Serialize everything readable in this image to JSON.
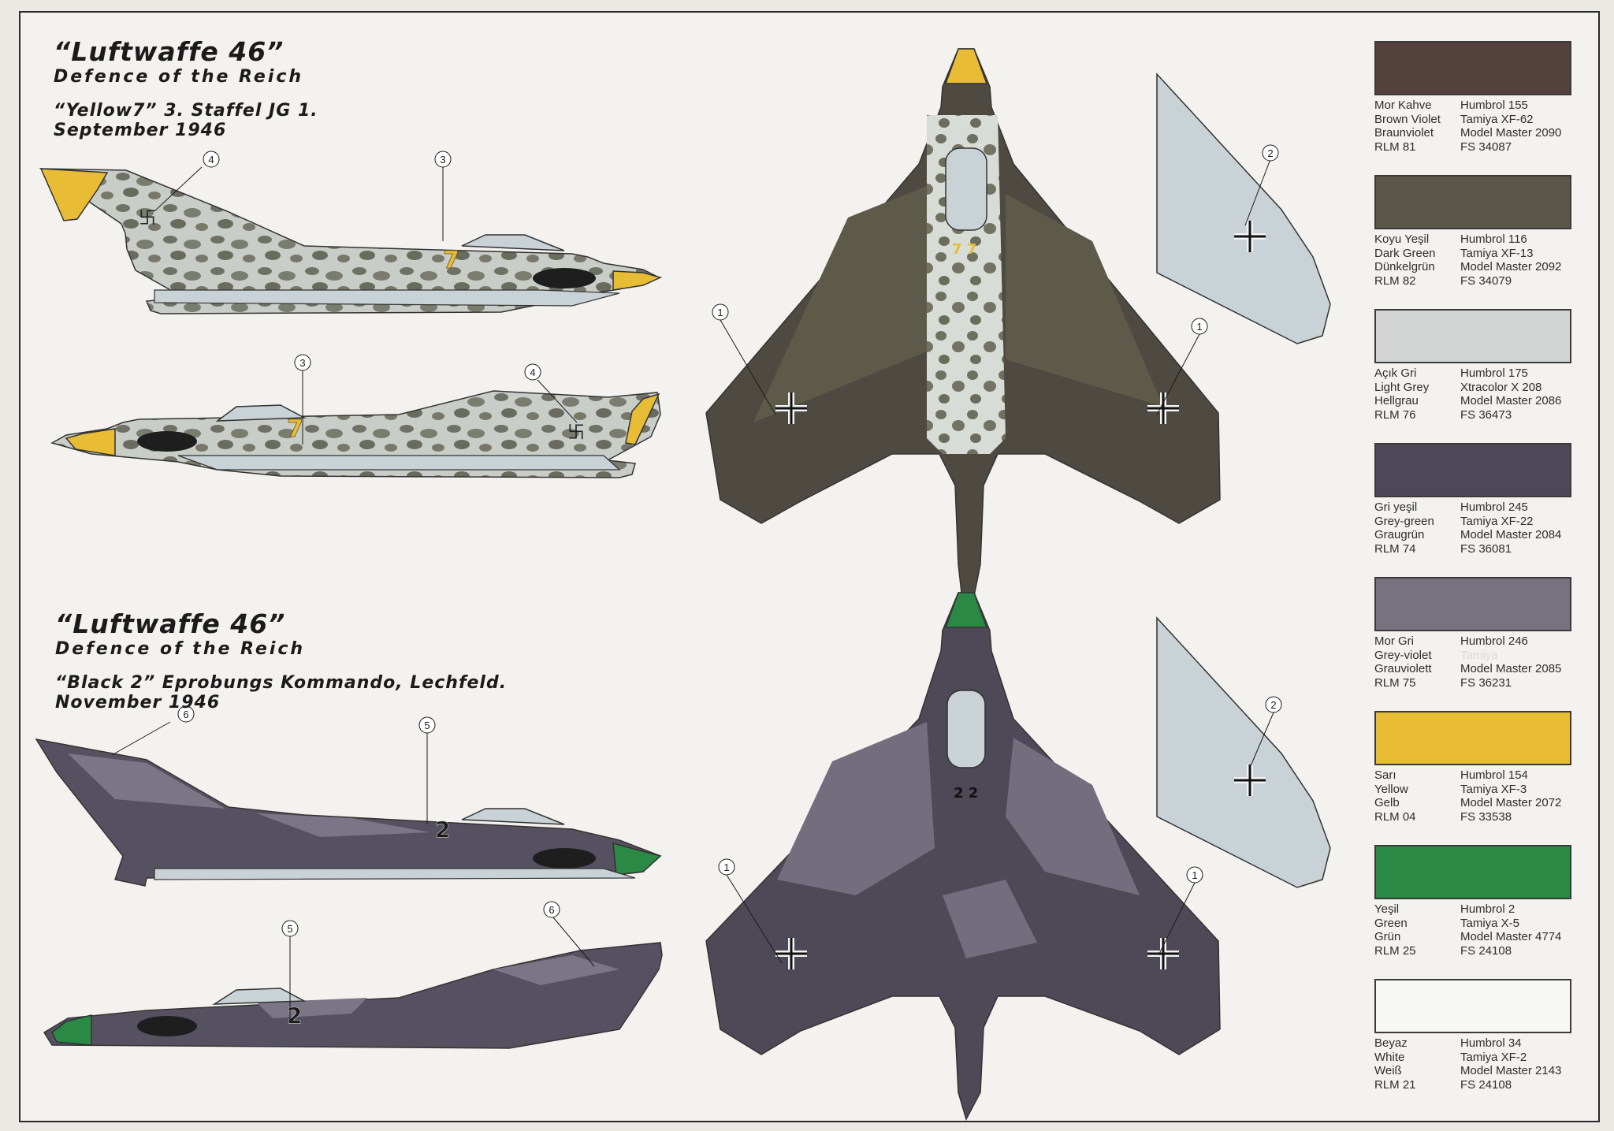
{
  "profiles": [
    {
      "title": "“Luftwaffe 46”",
      "subtitle": "Defence of the Reich",
      "unit": "“Yellow7” 3. Staffel JG 1.",
      "date": "September 1946",
      "side_code": "7",
      "top_code": "7 7"
    },
    {
      "title": "“Luftwaffe 46”",
      "subtitle": "Defence of the Reich",
      "unit": "“Black 2” Eprobungs Kommando, Lechfeld.",
      "date": "November 1946",
      "side_code": "2",
      "top_code": "2 2"
    }
  ],
  "callouts": [
    "1",
    "2",
    "3",
    "4",
    "5",
    "6"
  ],
  "colors": [
    {
      "hex": "#54403d",
      "names": [
        "Mor Kahve",
        "Brown Violet",
        "Braunviolet",
        "RLM 81"
      ],
      "refs": [
        "Humbrol 155",
        "Tamiya XF-62",
        "Model Master 2090",
        "FS 34087"
      ]
    },
    {
      "hex": "#5b5748",
      "names": [
        "Koyu Yeşil",
        "Dark Green",
        "Dünkelgrün",
        "RLM 82"
      ],
      "refs": [
        "Humbrol 116",
        "Tamiya XF-13",
        "Model Master 2092",
        "FS 34079"
      ]
    },
    {
      "hex": "#d2d5d4",
      "names": [
        "Açık Gri",
        "Light Grey",
        "Hellgrau",
        "RLM 76"
      ],
      "refs": [
        "Humbrol 175",
        "Xtracolor X 208",
        "Model Master 2086",
        "FS 36473"
      ]
    },
    {
      "hex": "#4c4857",
      "names": [
        "Gri yeşil",
        "Grey-green",
        "Graugrün",
        "RLM 74"
      ],
      "refs": [
        "Humbrol 245",
        "Tamiya XF-22",
        "Model Master 2084",
        "FS 36081"
      ]
    },
    {
      "hex": "#76727f",
      "names": [
        "Mor Gri",
        "Grey-violet",
        "Grauviolett",
        "RLM 75"
      ],
      "refs": [
        "Humbrol 246",
        "Tamiya",
        "Model Master 2085",
        "FS 36231"
      ]
    },
    {
      "hex": "#e8bc35",
      "names": [
        "Sarı",
        "Yellow",
        "Gelb",
        "RLM 04"
      ],
      "refs": [
        "Humbrol 154",
        "Tamiya XF-3",
        "Model Master 2072",
        "FS 33538"
      ]
    },
    {
      "hex": "#2a8a45",
      "names": [
        "Yeşil",
        "Green",
        "Grün",
        "RLM 25"
      ],
      "refs": [
        "Humbrol 2",
        "Tamiya X-5",
        "Model Master 4774",
        "FS 24108"
      ]
    },
    {
      "hex": "#f7f7f4",
      "names": [
        "Beyaz",
        "White",
        "Weiß",
        "RLM 21"
      ],
      "refs": [
        "Humbrol 34",
        "Tamiya XF-2",
        "Model Master 2143",
        "FS 24108"
      ]
    }
  ]
}
